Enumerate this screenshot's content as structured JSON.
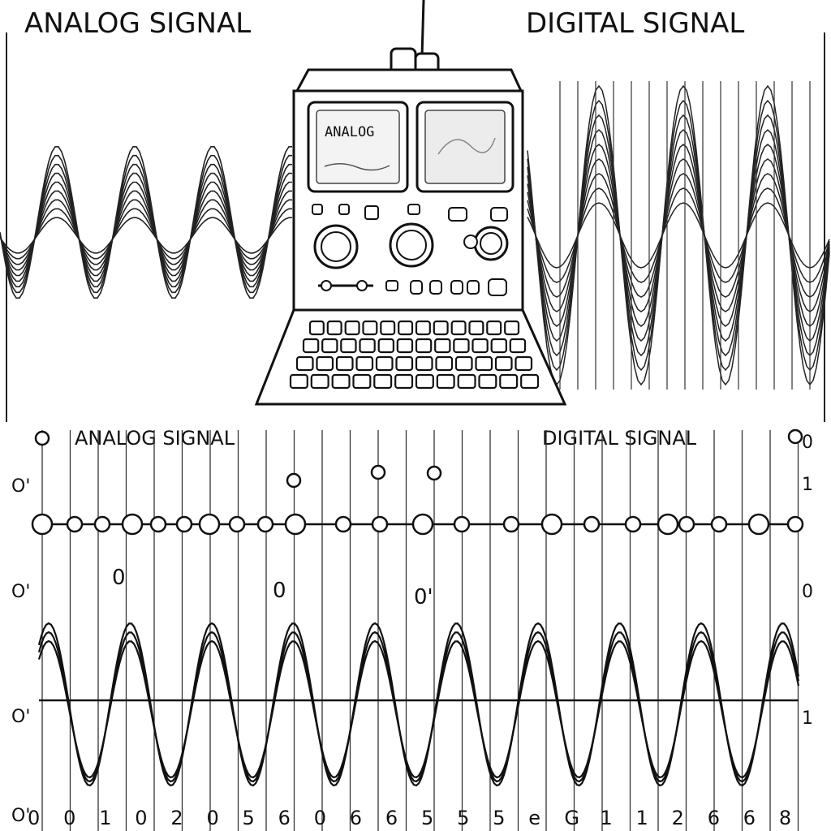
{
  "top": {
    "left_title": "ANALOG SIGNAL",
    "right_title": "DIGITAL SIGNAL"
  },
  "device": {
    "screen_label": "ANALOG"
  },
  "bottom": {
    "left_title": "ANALOG SIGNAL",
    "right_title": "DIGITAL SIGNAL",
    "left_axis_labels": [
      "O'",
      "O'",
      "O'",
      "O'"
    ],
    "right_axis_labels": [
      "0",
      "1",
      "0",
      "1"
    ],
    "mid_labels": [
      "0",
      "0",
      "0'"
    ],
    "bottom_axis_labels": [
      "0",
      "0",
      "1",
      "0",
      "2",
      "0",
      "5",
      "6",
      "0",
      "6",
      "6",
      "5",
      "5",
      "5",
      "e",
      "G",
      "1",
      "1",
      "2",
      "6",
      "6",
      "8"
    ]
  }
}
